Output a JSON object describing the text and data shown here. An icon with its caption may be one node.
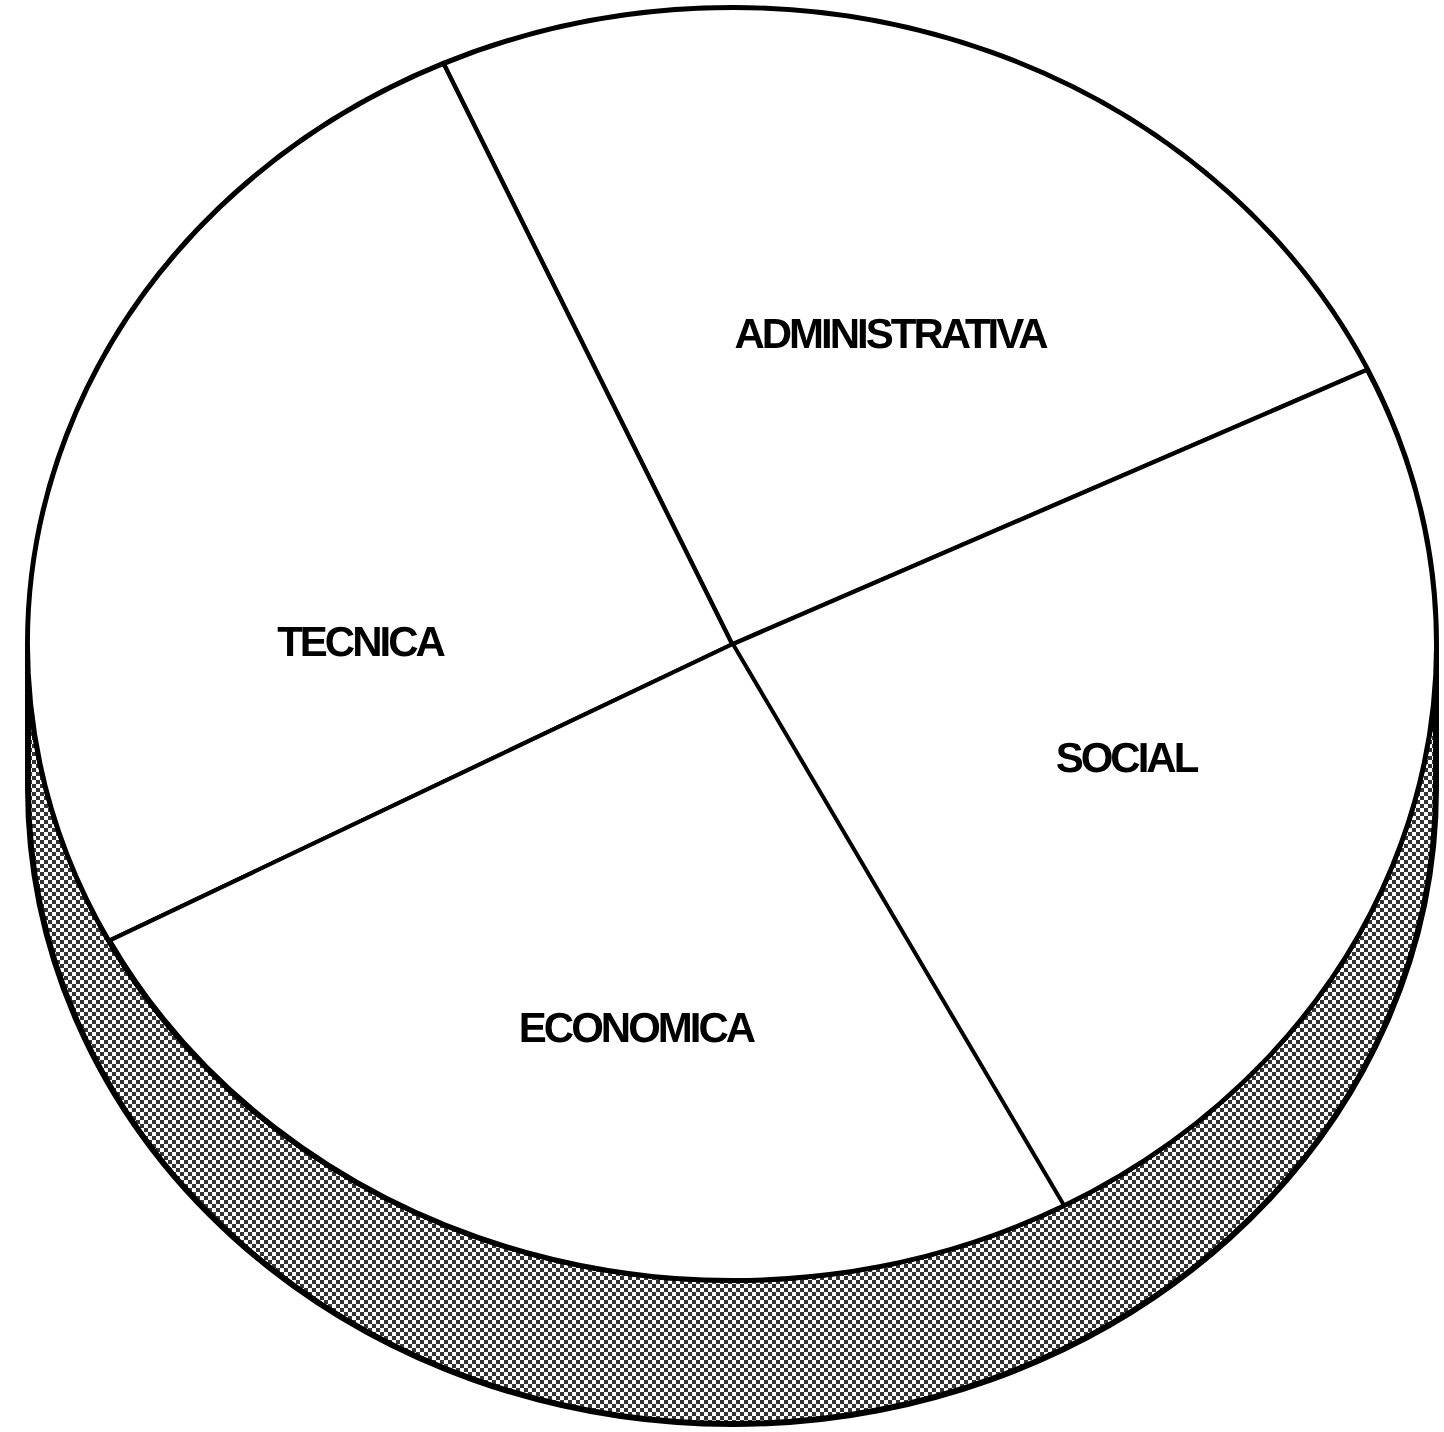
{
  "diagram": {
    "nodes": [
      {
        "text": [
          "ADMINISTRATIVA"
        ]
      },
      {
        "text": [
          "TECNICA"
        ]
      },
      {
        "text": [
          "SOCIAL"
        ]
      },
      {
        "text": [
          "ECONOMICA"
        ]
      }
    ]
  }
}
